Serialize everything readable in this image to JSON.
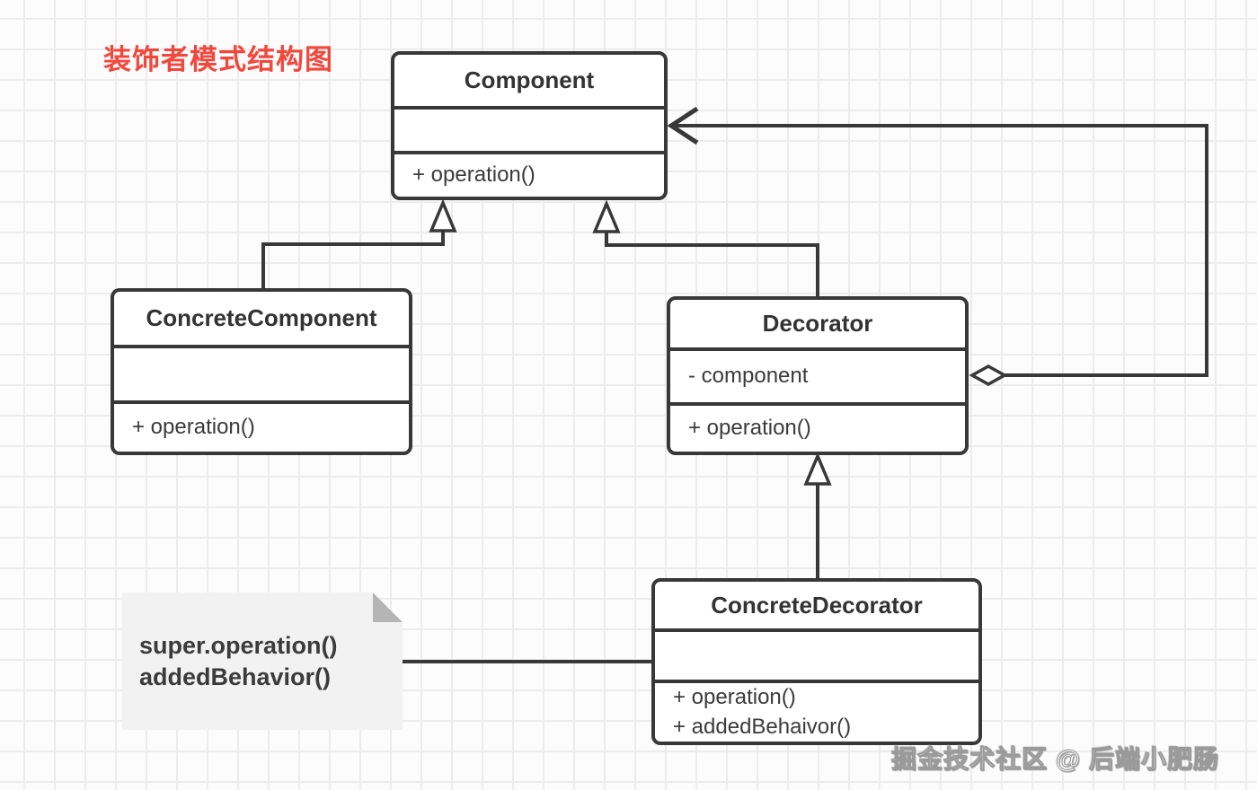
{
  "diagram": {
    "title": "装饰者模式结构图",
    "title_color": "#f2473c",
    "type": "uml-class-diagram",
    "pattern": "Decorator"
  },
  "classes": {
    "component": {
      "title": "Component",
      "method": "+ operation()"
    },
    "concrete_component": {
      "title": "ConcreteComponent",
      "method": "+ operation()"
    },
    "decorator": {
      "title": "Decorator",
      "attribute": "- component",
      "method": "+ operation()"
    },
    "concrete_decorator": {
      "title": "ConcreteDecorator",
      "method1": "+ operation()",
      "method2": "+ addedBehaivor()"
    }
  },
  "note": {
    "line1": "super.operation()",
    "line2": "addedBehavior()"
  },
  "relationships": [
    {
      "type": "inheritance",
      "from": "ConcreteComponent",
      "to": "Component"
    },
    {
      "type": "inheritance",
      "from": "Decorator",
      "to": "Component"
    },
    {
      "type": "inheritance",
      "from": "ConcreteDecorator",
      "to": "Decorator"
    },
    {
      "type": "aggregation",
      "from": "Decorator",
      "to": "Component"
    },
    {
      "type": "note-link",
      "from": "note",
      "to": "ConcreteDecorator"
    }
  ],
  "watermark": "掘金技术社区 @ 后端小肥肠",
  "colors": {
    "stroke": "#383838",
    "background": "#fcfcfc",
    "grid": "#ececec",
    "note_bg": "#f2f2f2",
    "note_fold": "#b5b5b5"
  }
}
